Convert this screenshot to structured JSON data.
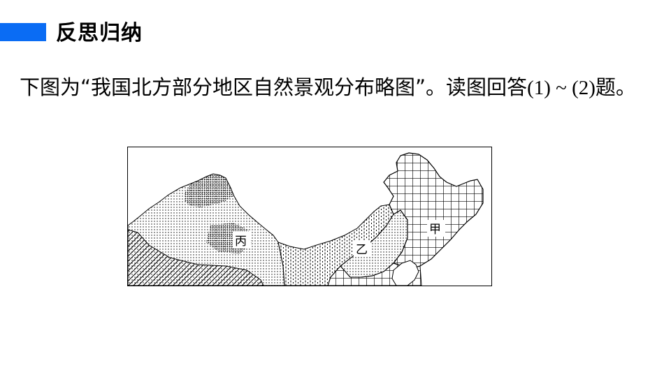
{
  "header": {
    "accent_color": "#0a6cf4",
    "title": "反思归纳"
  },
  "question": {
    "text_before": "下图为“我国北方部分地区自然景观分布略图”。读图回答",
    "range": "(1) ~ (2)",
    "text_after": "题。"
  },
  "map": {
    "labels": {
      "jia": "甲",
      "yi": "乙",
      "bing": "丙"
    }
  }
}
